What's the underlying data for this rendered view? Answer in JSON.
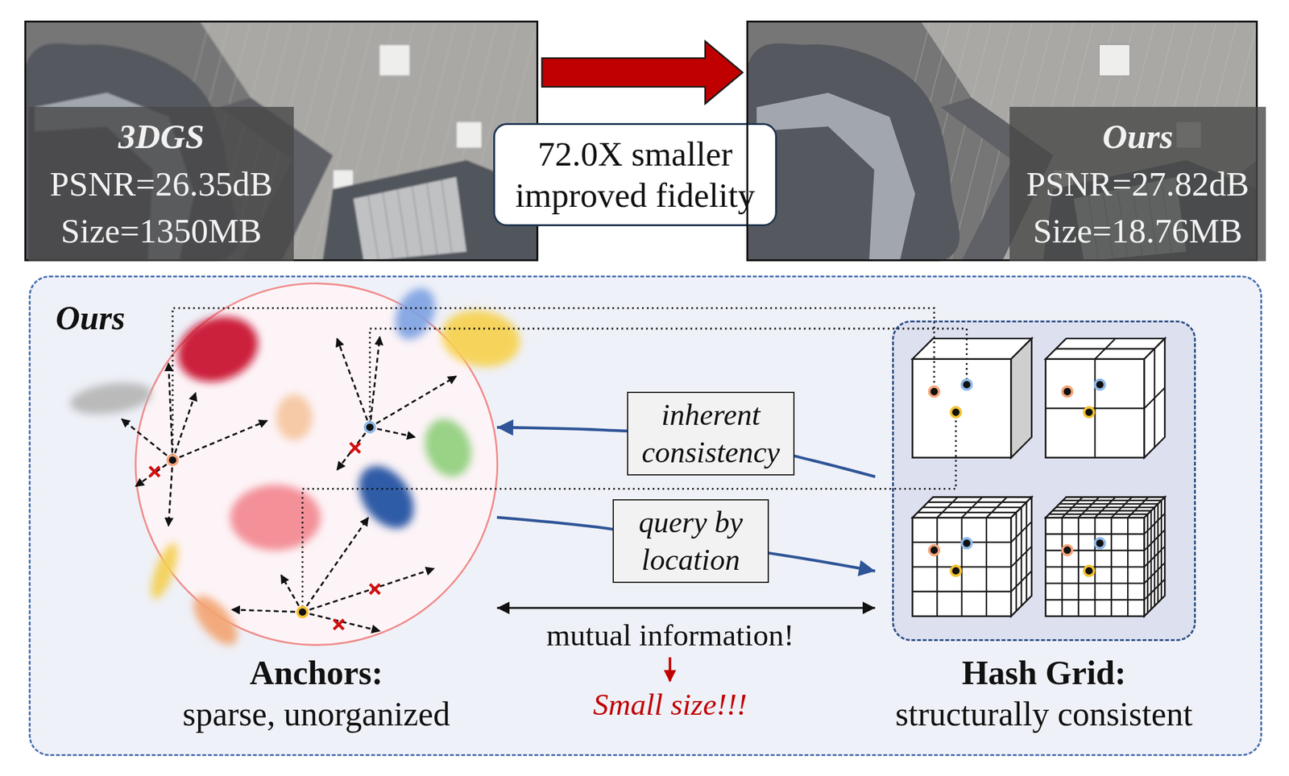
{
  "diagram": {
    "nodes": [
      {
        "text": [
          "3DGS",
          "PSNR=26.35dB",
          "Size=1350MB"
        ]
      },
      {
        "text": [
          "72.0X smaller improved fidelity"
        ]
      },
      {
        "text": [
          "Ours",
          "PSNR=27.82dB",
          "Size=18.76MB"
        ]
      },
      {
        "text": [
          "Ours"
        ]
      },
      {
        "text": [
          "Anchors:",
          "sparse, unorganized"
        ],
        "in": 3
      },
      {
        "text": [
          "Hash Grid:",
          "structurally consistent"
        ],
        "in": 3
      }
    ],
    "edges": [
      {
        "from": 0,
        "to": 2,
        "arrow": "to"
      },
      {
        "from": 5,
        "to": 4,
        "label": "inherent consistency",
        "arrow": "to"
      },
      {
        "from": 4,
        "to": 5,
        "label": "query by location",
        "arrow": "to"
      },
      {
        "from": 4,
        "to": 5,
        "label": "mutual information!",
        "arrow": "both"
      }
    ],
    "labels": [
      "Small size!!!"
    ]
  }
}
